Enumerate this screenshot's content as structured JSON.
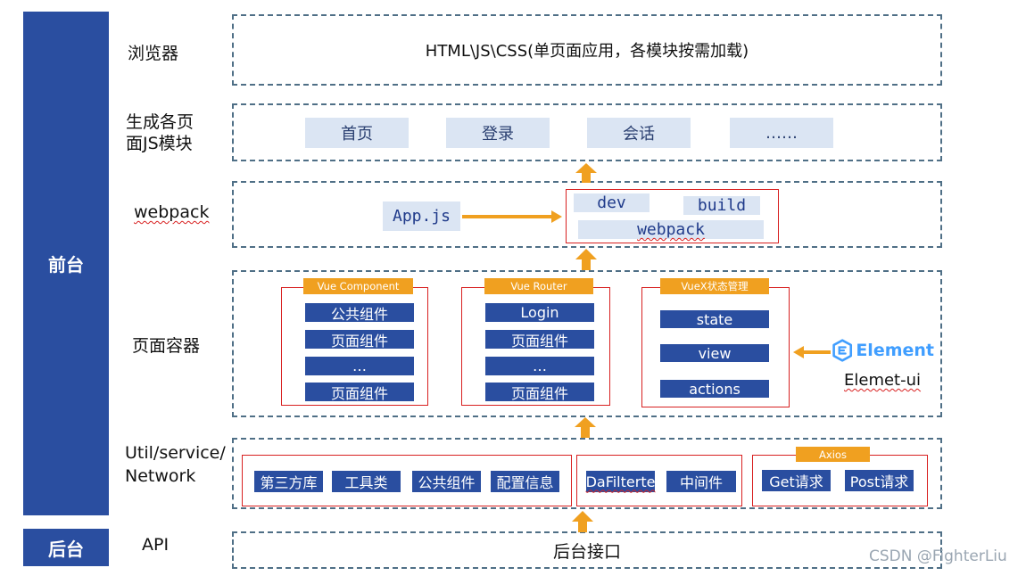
{
  "sidebar": {
    "frontend": "前台",
    "backend": "后台"
  },
  "rows": {
    "browser": {
      "label": "浏览器",
      "content": "HTML\\JS\\CSS(单页面应用，各模块按需加载)"
    },
    "modules": {
      "label_line1": "生成各页",
      "label_line2": "面JS模块",
      "pages": [
        "首页",
        "登录",
        "会话",
        "……"
      ]
    },
    "webpack": {
      "label": "webpack",
      "appjs": "App.js",
      "dev": "dev",
      "build": "build",
      "webpack": "webpack"
    },
    "container": {
      "label": "页面容器",
      "vue_component": {
        "tag": "Vue Component",
        "items": [
          "公共组件",
          "页面组件",
          "…",
          "页面组件"
        ]
      },
      "vue_router": {
        "tag": "Vue Router",
        "items": [
          "Login",
          "页面组件",
          "…",
          "页面组件"
        ]
      },
      "vuex": {
        "tag": "VueX状态管理",
        "items": [
          "state",
          "view",
          "actions"
        ]
      },
      "element": {
        "logo_text": "Element",
        "caption": "Elemet-ui"
      }
    },
    "util": {
      "label_line1": "Util/service/",
      "label_line2": "Network",
      "group1": [
        "第三方库",
        "工具类",
        "公共组件",
        "配置信息"
      ],
      "group2": [
        "DaFilterte",
        "中间件"
      ],
      "axios": {
        "tag": "Axios",
        "items": [
          "Get请求",
          "Post请求"
        ]
      }
    },
    "api": {
      "label": "API",
      "content": "后台接口"
    }
  },
  "watermark": "CSDN @FighterLiu",
  "colors": {
    "sidebar": "#2a4ea0",
    "arrow": "#f0a020",
    "dashed": "#4f6f86",
    "red": "#d82020",
    "light": "#dbe5f3"
  }
}
